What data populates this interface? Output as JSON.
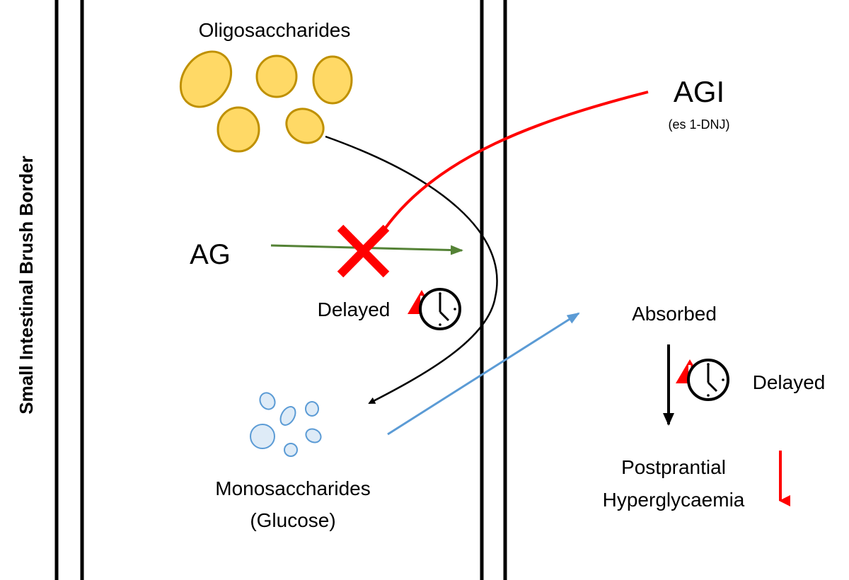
{
  "side_label": "Small Intestinal Brush Border",
  "oligosaccharides_label": "Oligosaccharides",
  "enzyme_label": "AG",
  "inhibitor": {
    "label": "AGI",
    "example": "(es 1-DNJ)"
  },
  "delayed_label_left": "Delayed",
  "monosaccharides": {
    "line1": "Monosaccharides",
    "line2": "(Glucose)"
  },
  "absorbed_label": "Absorbed",
  "delayed_label_right": "Delayed",
  "outcome": {
    "line1": "Postprantial",
    "line2": "Hyperglycaemia"
  },
  "colors": {
    "oligo_fill": "#FFD966",
    "oligo_stroke": "#BF9000",
    "mono_fill": "#DEEBF7",
    "mono_stroke": "#5B9BD5",
    "enzyme_arrow": "#548235",
    "inhibitor": "#FF0000",
    "absorb_arrow": "#5B9BD5"
  }
}
